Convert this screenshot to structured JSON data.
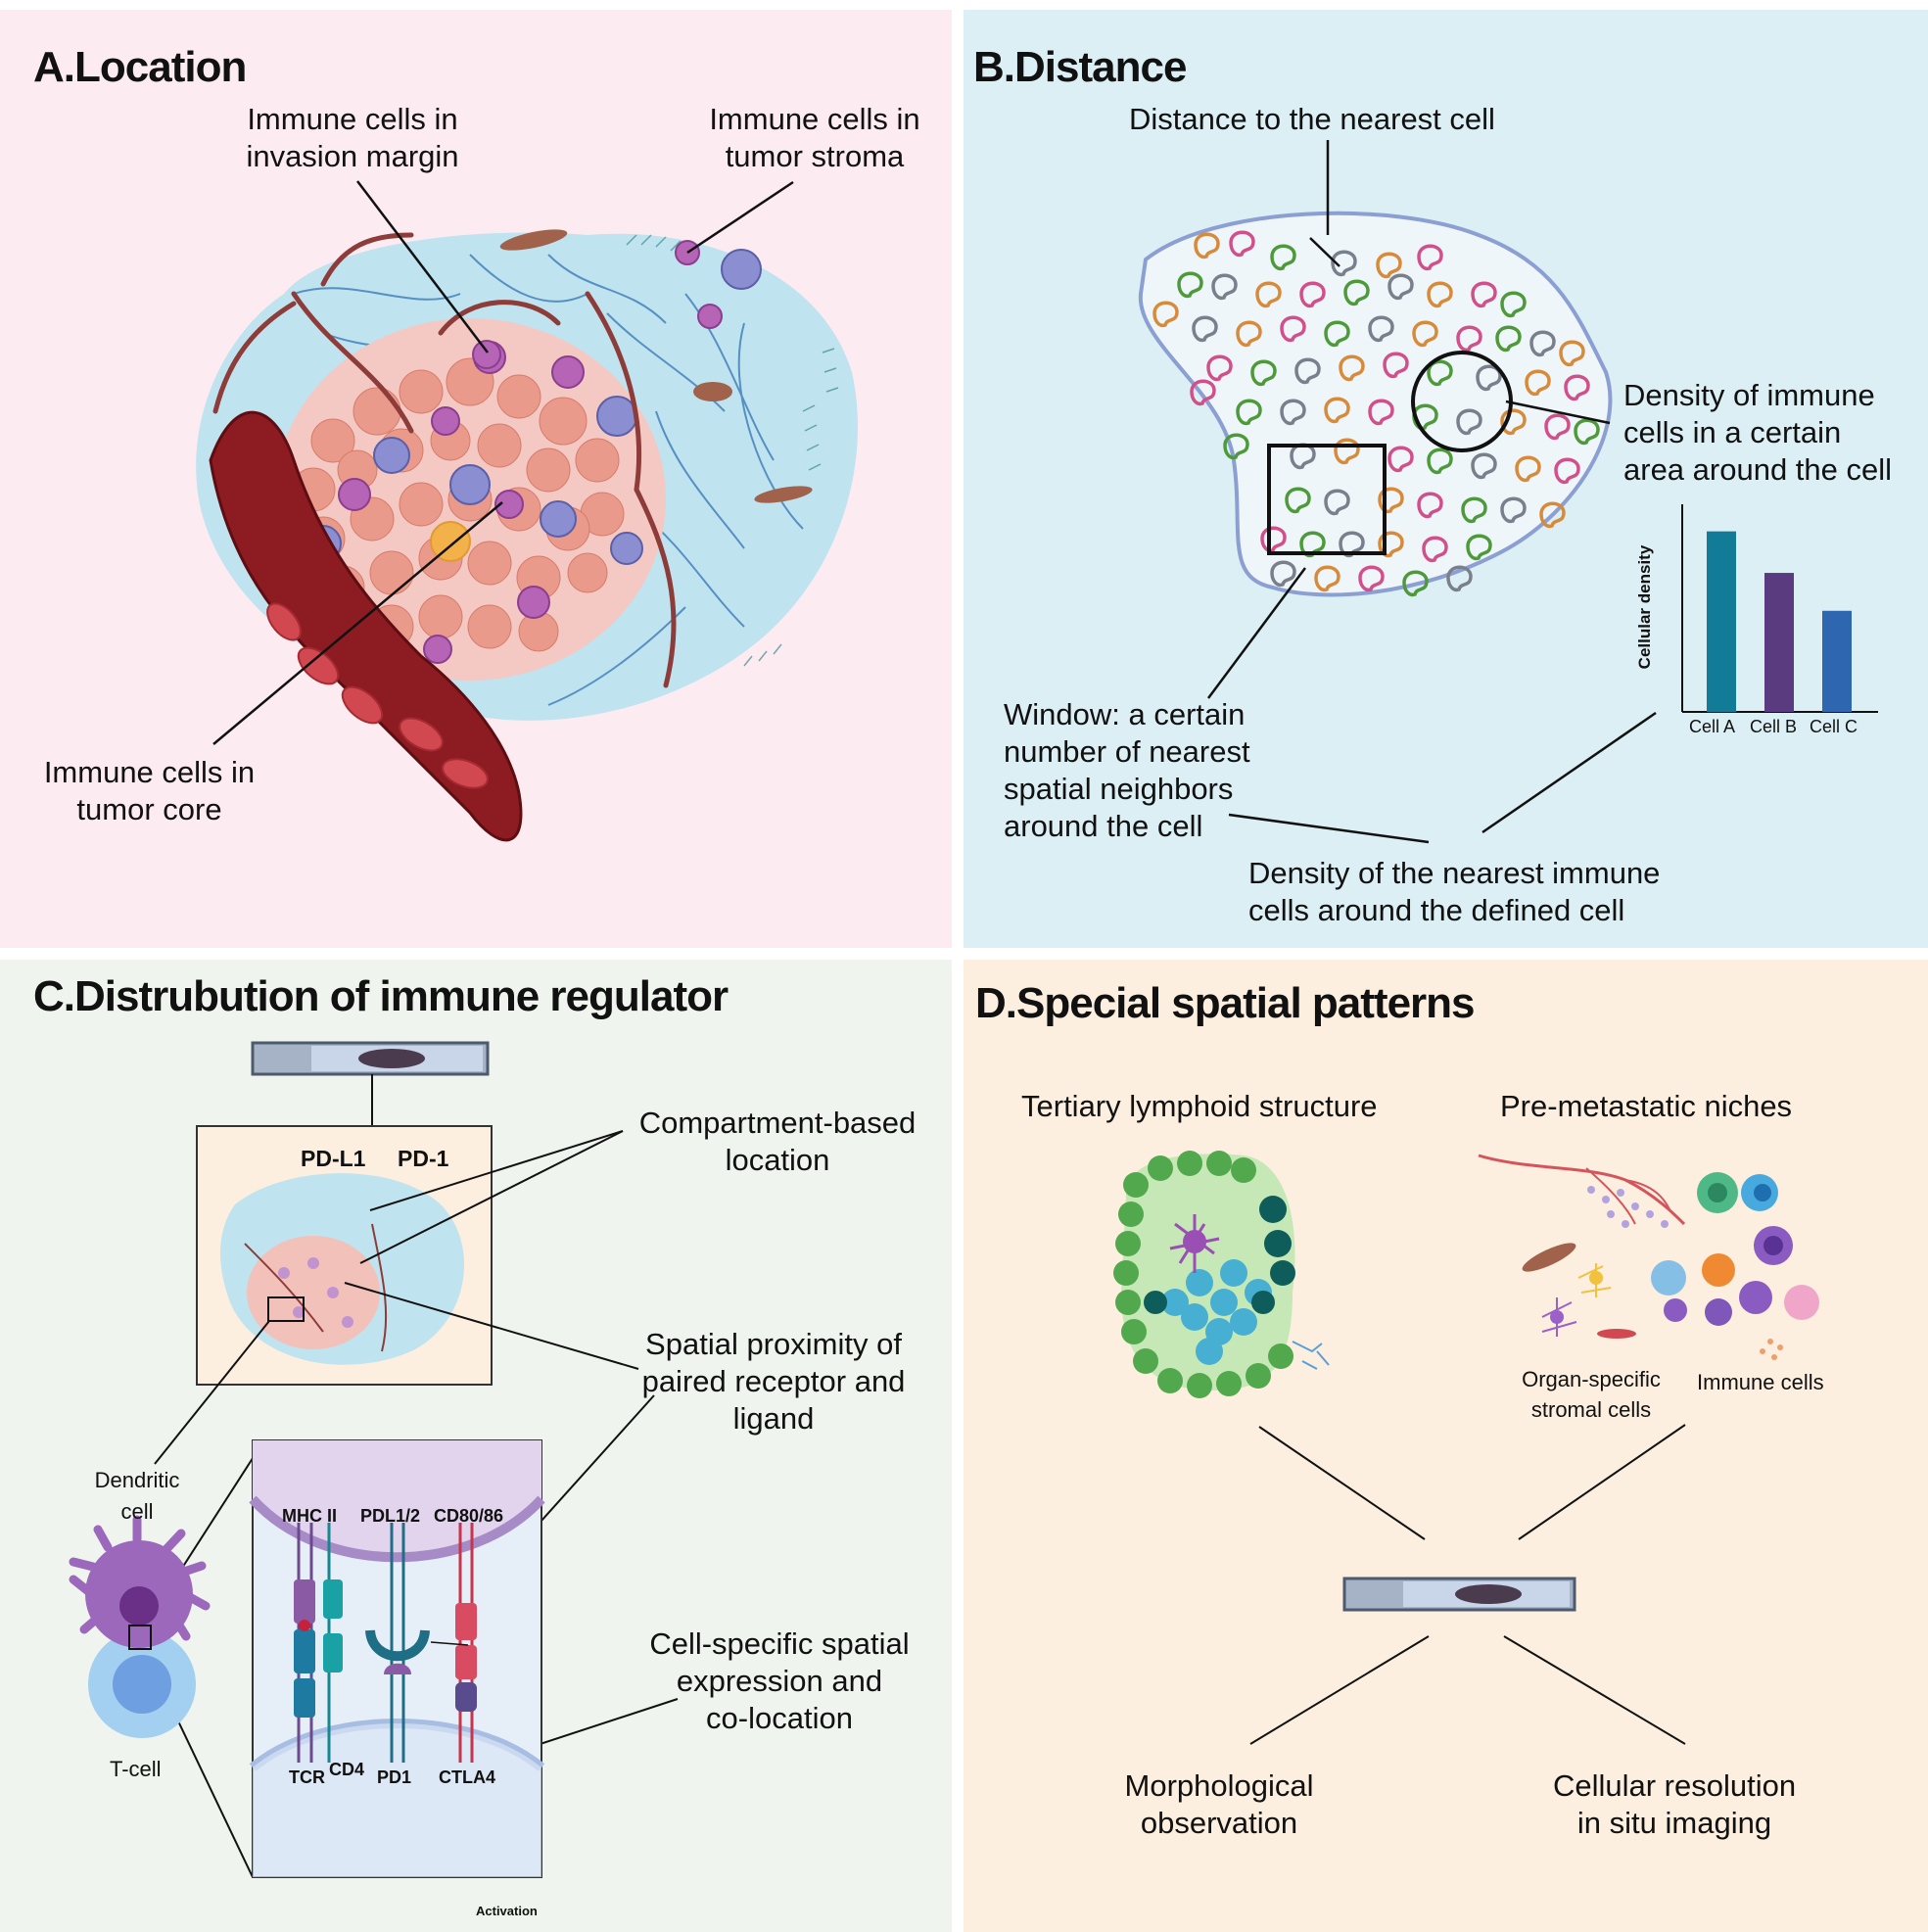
{
  "colors": {
    "panel_a_bg": "#fcecf1",
    "panel_b_bg": "#dbeff4",
    "panel_c_bg": "#eff4ee",
    "panel_d_bg": "#fcefdf",
    "bar_cell_a": "#127b97",
    "bar_cell_b": "#5a3b80",
    "bar_cell_c": "#2f66b0"
  },
  "panel_a": {
    "title": "A.Location",
    "label_margin": [
      "Immune cells in",
      "invasion margin"
    ],
    "label_stroma": [
      "Immune cells in",
      "tumor stroma"
    ],
    "label_core": [
      "Immune cells in",
      "tumor core"
    ]
  },
  "panel_b": {
    "title": "B.Distance",
    "label_nearest": "Distance to the nearest cell",
    "label_density": [
      "Density of immune",
      "cells in a certain",
      "area around the cell"
    ],
    "label_window": [
      "Window: a certain",
      "number of nearest",
      "spatial neighbors",
      "around the cell"
    ],
    "label_nearest_density": [
      "Density of the nearest immune",
      "cells around the defined cell"
    ]
  },
  "panel_c": {
    "title": "C.Distrubution of immune regulator",
    "label_pdl1": "PD-L1",
    "label_pd1": "PD-1",
    "label_compartment": [
      "Compartment-based",
      "location"
    ],
    "label_proximity": [
      "Spatial proximity of",
      "paired receptor and",
      "ligand"
    ],
    "label_cellspecific": [
      "Cell-specific spatial",
      "expression and",
      "co-location"
    ],
    "label_dendritic": [
      "Dendritic",
      "cell"
    ],
    "label_tcell": "T-cell",
    "label_mhc": "MHC II",
    "label_pdl12": "PDL1/2",
    "label_cd8086": "CD80/86",
    "label_tcr": "TCR",
    "label_cd4": "CD4",
    "label_pd1_receptor": "PD1",
    "label_ctla4": "CTLA4",
    "label_activation": "Activation"
  },
  "panel_d": {
    "title": "D.Special spatial patterns",
    "label_tls": "Tertiary lymphoid structure",
    "label_niche": "Pre-metastatic niches",
    "label_stromal": [
      "Organ-specific",
      "stromal cells"
    ],
    "label_immune": "Immune cells",
    "label_morph": [
      "Morphological",
      "observation"
    ],
    "label_imaging": [
      "Cellular resolution",
      "in situ imaging"
    ]
  },
  "chart_data": {
    "type": "bar",
    "categories": [
      "Cell A",
      "Cell B",
      "Cell C"
    ],
    "values": [
      100,
      77,
      56
    ],
    "ylabel": "Cellular density",
    "xlabel": "",
    "ylim": [
      0,
      115
    ]
  }
}
